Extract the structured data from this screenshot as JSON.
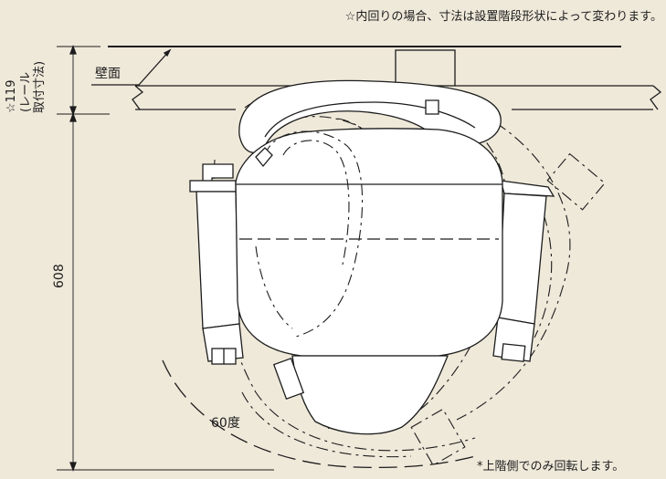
{
  "notes": {
    "top": "☆内回りの場合、寸法は設置階段形状によって変わります。",
    "bottom": "*上階側でのみ回転します。"
  },
  "labels": {
    "wall": "壁面",
    "angle": "60度",
    "height_dimension": "608",
    "rail_dimension": "☆119",
    "rail_caption_line1": "(レール",
    "rail_caption_line2": "取付寸法)"
  },
  "colors": {
    "background": "#efe9da",
    "seat_fill": "#ffffff",
    "line": "#1c1c1c"
  }
}
